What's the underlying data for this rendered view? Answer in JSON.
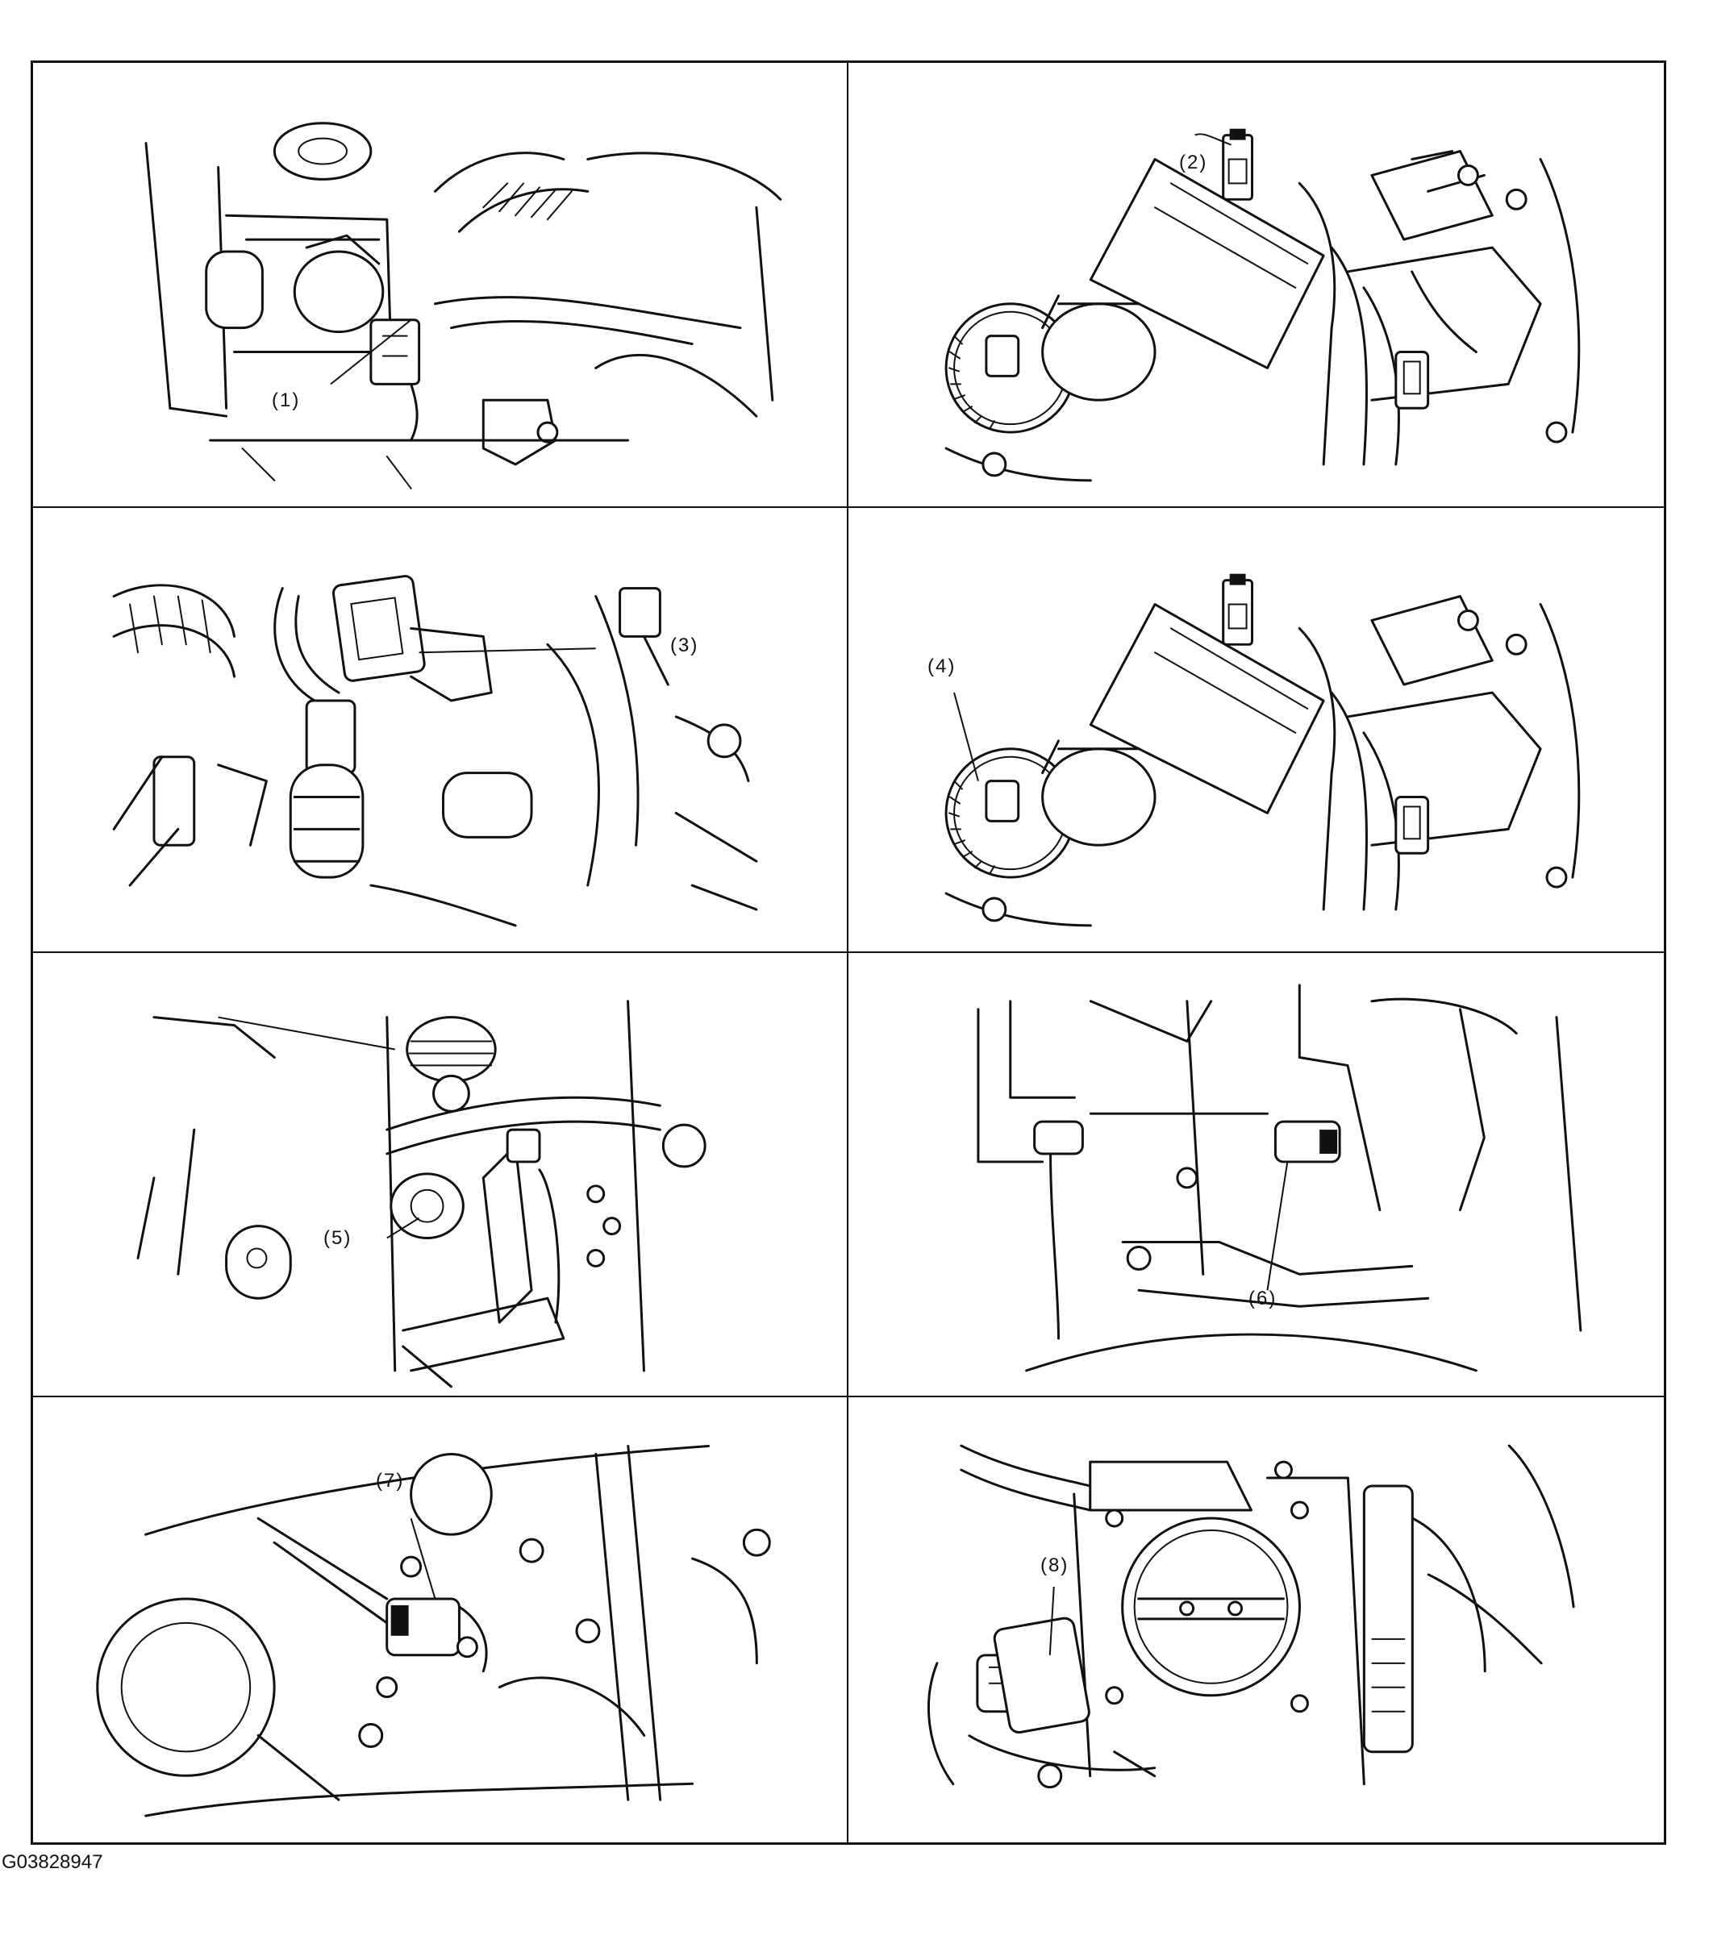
{
  "figure": {
    "id": "G03828947",
    "panels": [
      {
        "callout": "(1)",
        "depicts": "connector-with-harness"
      },
      {
        "callout": "(2)",
        "depicts": "upper-connector-on-manifold"
      },
      {
        "callout": "(3)",
        "depicts": "sensor-connector-on-pipe"
      },
      {
        "callout": "(4)",
        "depicts": "ring-gear-sensor-housing"
      },
      {
        "callout": "(5)",
        "depicts": "bolt-sensor-on-block"
      },
      {
        "callout": "(6)",
        "depicts": "side-connector-on-block"
      },
      {
        "callout": "(7)",
        "depicts": "sensor-near-pulley"
      },
      {
        "callout": "(8)",
        "depicts": "sensor-on-throttle-body"
      }
    ]
  }
}
